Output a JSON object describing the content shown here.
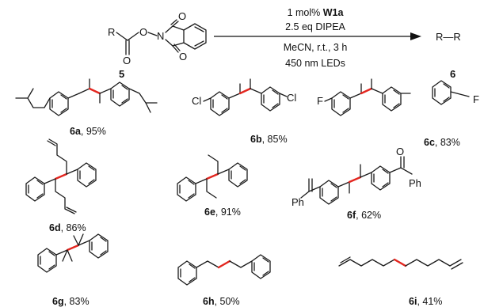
{
  "reagent": {
    "number": "5",
    "atom_r": "R",
    "atom_o": "O",
    "atom_n": "N"
  },
  "arrow": {
    "line1_prefix": "1 mol% ",
    "line1_catalyst": "W1a",
    "line2": "2.5 eq DIPEA",
    "line3": "MeCN, r.t., 3 h",
    "line4": "450 nm LEDs"
  },
  "product": {
    "formula": "R—R",
    "number": "6"
  },
  "compounds": [
    {
      "id": "6a",
      "yield": ", 95%"
    },
    {
      "id": "6b",
      "yield": ", 85%",
      "sub_left": "Cl",
      "sub_right": "Cl"
    },
    {
      "id": "6c",
      "yield": ", 83%",
      "sub_left": "F",
      "sub_right": "F"
    },
    {
      "id": "6d",
      "yield": ", 86%"
    },
    {
      "id": "6e",
      "yield": ", 91%"
    },
    {
      "id": "6f",
      "yield": ", 62%",
      "sub_left": "Ph",
      "sub_right": "Ph",
      "atom_o": "O"
    },
    {
      "id": "6g",
      "yield": ", 83%"
    },
    {
      "id": "6h",
      "yield": ", 50%"
    },
    {
      "id": "6i",
      "yield": ", 41%"
    }
  ],
  "colors": {
    "new_bond": "#e3261f",
    "bond": "#1a1a1a"
  }
}
